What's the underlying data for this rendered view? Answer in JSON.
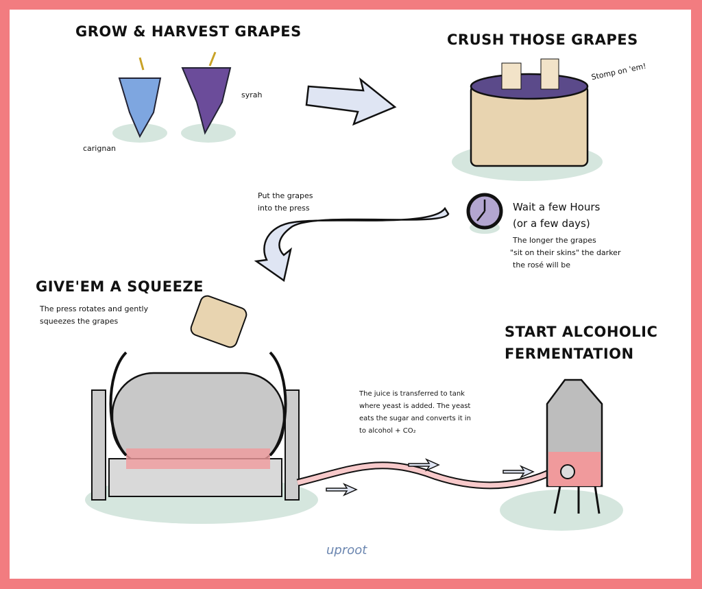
{
  "steps": {
    "grow": {
      "title": "GROW & HARVEST GRAPES",
      "label_left": "carignan",
      "label_right": "syrah"
    },
    "crush": {
      "title": "CRUSH THOSE GRAPES",
      "note": "Stomp on 'em!"
    },
    "press_note": [
      "Put the grapes",
      "into the press"
    ],
    "wait": {
      "title": "Wait a few Hours",
      "subtitle": "(or  a few days)",
      "lines": [
        "The longer the grapes",
        "\"sit on their skins\" the darker",
        "the rosé will be"
      ]
    },
    "squeeze": {
      "title": "GIVE'EM A SQUEEZE",
      "lines": [
        "The press rotates and gently",
        "squeezes the grapes"
      ]
    },
    "ferment": {
      "title_lines": [
        "START ALCOHOLIC",
        "FERMENTATION"
      ],
      "lines": [
        "The juice is transferred to tank",
        "where yeast is added. The yeast",
        "eats the sugar and converts it in",
        "to alcohol + CO₂"
      ]
    }
  },
  "brand": "uproot",
  "colors": {
    "border": "#f27c80",
    "grape_blue": "#7ea6e0",
    "grape_purple": "#6b4c9a",
    "shadow": "#d5e6de",
    "arrow": "#dfe5f3",
    "juice": "#f09a9c"
  }
}
